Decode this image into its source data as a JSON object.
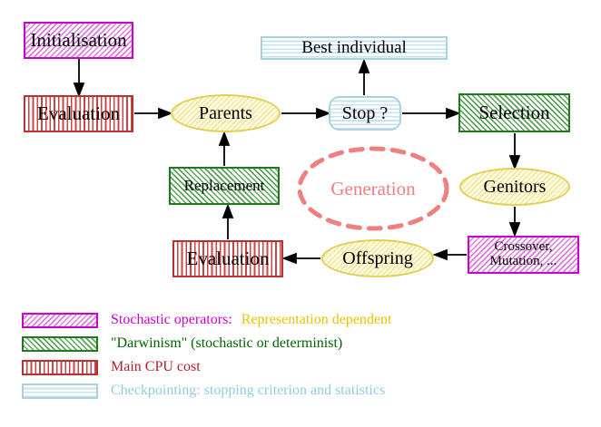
{
  "diagram": {
    "nodes": {
      "initialisation": "Initialisation",
      "evaluation_top": "Evaluation",
      "parents": "Parents",
      "best_individual": "Best individual",
      "stop": "Stop ?",
      "selection": "Selection",
      "genitors": "Genitors",
      "replacement": "Replacement",
      "generation": "Generation",
      "evaluation_bottom": "Evaluation",
      "offspring": "Offspring",
      "crossover_line1": "Crossover,",
      "crossover_line2": "Mutation, ..."
    },
    "legend": {
      "row1_label1": "Stochastic operators:",
      "row1_label2": "Representation dependent",
      "row2_label": "\"Darwinism\" (stochastic or determinist)",
      "row3_label": "Main CPU cost",
      "row4_label": "Checkpointing: stopping criterion and statistics"
    },
    "colors": {
      "magenta": "#cc00cc",
      "green_border": "#1f7a1f",
      "green_text": "#006400",
      "red_border": "#b73333",
      "red_text": "#b22230",
      "cyan_border": "#a8d2e2",
      "cyan_text": "#92cbe6",
      "yellow_border": "#e3cf55",
      "yellow_text": "#e6c400",
      "coral_generation": "#f08080",
      "arrow": "#000000",
      "node_text": "#000000",
      "background": "#ffffff"
    }
  }
}
